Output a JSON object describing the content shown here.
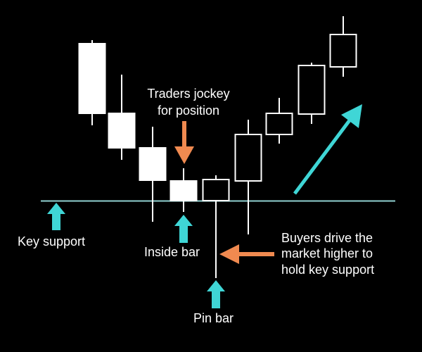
{
  "colors": {
    "background": "#000000",
    "candle": "#ffffff",
    "support_line": "#8fd0d0",
    "cyan_arrow": "#3fd6d6",
    "orange_arrow": "#f08a50"
  },
  "labels": {
    "traders": [
      "Traders jockey",
      "for position"
    ],
    "key_support": "Key support",
    "inside_bar": "Inside bar",
    "pin_bar": "Pin bar",
    "buyers": [
      "Buyers drive the",
      "market higher to",
      "hold key support"
    ]
  },
  "candles": [
    {
      "name": "bearish-candle-1",
      "open": 62,
      "close": 161,
      "high": 57,
      "low": 178,
      "filled": true
    },
    {
      "name": "bearish-candle-2",
      "open": 161,
      "close": 210,
      "high": 106,
      "low": 227,
      "filled": true
    },
    {
      "name": "bearish-candle-3",
      "open": 210,
      "close": 256,
      "high": 180,
      "low": 315,
      "filled": true
    },
    {
      "name": "inside-bar-candle",
      "open": 257,
      "close": 285,
      "high": 239,
      "low": 301,
      "filled": true
    },
    {
      "name": "pin-bar-candle",
      "open": 285,
      "close": 255,
      "high": 249,
      "low": 395,
      "filled": false
    },
    {
      "name": "bullish-candle-1",
      "open": 257,
      "close": 191,
      "high": 170,
      "low": 333,
      "filled": false
    },
    {
      "name": "bullish-candle-2",
      "open": 191,
      "close": 161,
      "high": 139,
      "low": 204,
      "filled": false
    },
    {
      "name": "bullish-candle-3",
      "open": 162,
      "close": 93,
      "high": 89,
      "low": 176,
      "filled": false
    },
    {
      "name": "bullish-candle-4",
      "open": 95,
      "close": 49,
      "high": 23,
      "low": 109,
      "filled": false
    }
  ]
}
